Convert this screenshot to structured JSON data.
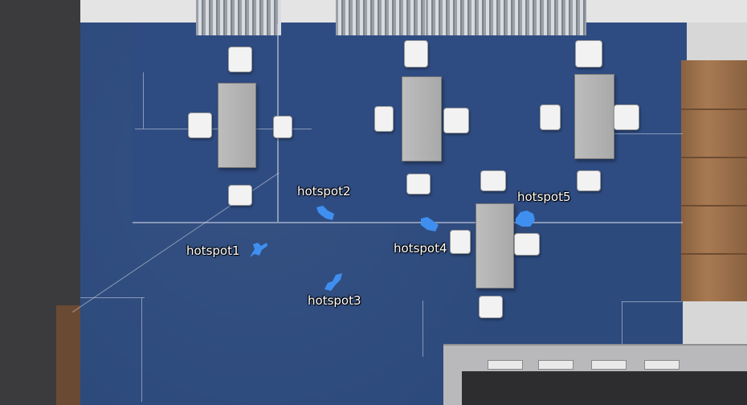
{
  "scene": {
    "hotspot_color": "#3f8ff0",
    "carpet_color": "#2d4a7d"
  },
  "hotspots": [
    {
      "label": "hotspot1"
    },
    {
      "label": "hotspot2"
    },
    {
      "label": "hotspot3"
    },
    {
      "label": "hotspot4"
    },
    {
      "label": "hotspot5"
    }
  ]
}
